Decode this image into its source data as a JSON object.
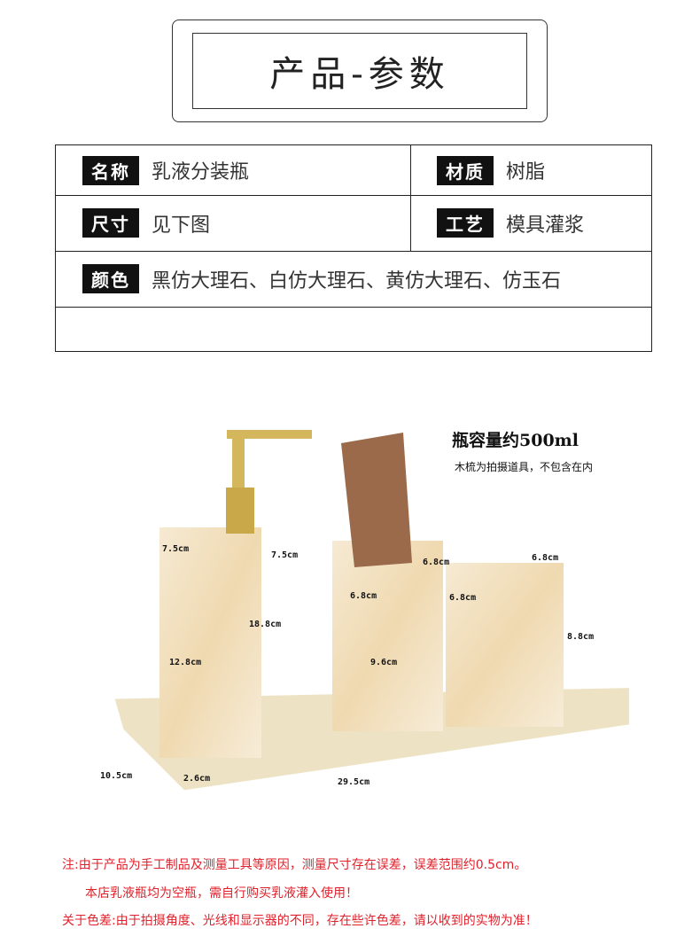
{
  "title": "产品-参数",
  "specs": {
    "name_label": "名称",
    "name_value": "乳液分装瓶",
    "material_label": "材质",
    "material_value": "树脂",
    "size_label": "尺寸",
    "size_value": "见下图",
    "craft_label": "工艺",
    "craft_value": "模具灌浆",
    "color_label": "颜色",
    "color_value": "黑仿大理石、白仿大理石、黄仿大理石、仿玉石"
  },
  "caption": {
    "capacity": "瓶容量约500ml",
    "comb_note": "木梳为拍摄道具，不包含在内"
  },
  "dimensions": {
    "d1": "7.5cm",
    "d2": "7.5cm",
    "d3": "18.8cm",
    "d4": "12.8cm",
    "d5": "6.8cm",
    "d6": "6.8cm",
    "d7": "9.6cm",
    "d8": "6.8cm",
    "d9": "6.8cm",
    "d10": "8.8cm",
    "d11": "10.5cm",
    "d12": "2.6cm",
    "d13": "29.5cm"
  },
  "notes": [
    "注:由于产品为手工制品及测量工具等原因，测量尺寸存在误差，误差范围约0.5cm。",
    "本店乳液瓶均为空瓶，需自行购买乳液灌入使用！",
    "关于色差:由于拍摄角度、光线和显示器的不同，存在些许色差，请以收到的实物为准！"
  ]
}
